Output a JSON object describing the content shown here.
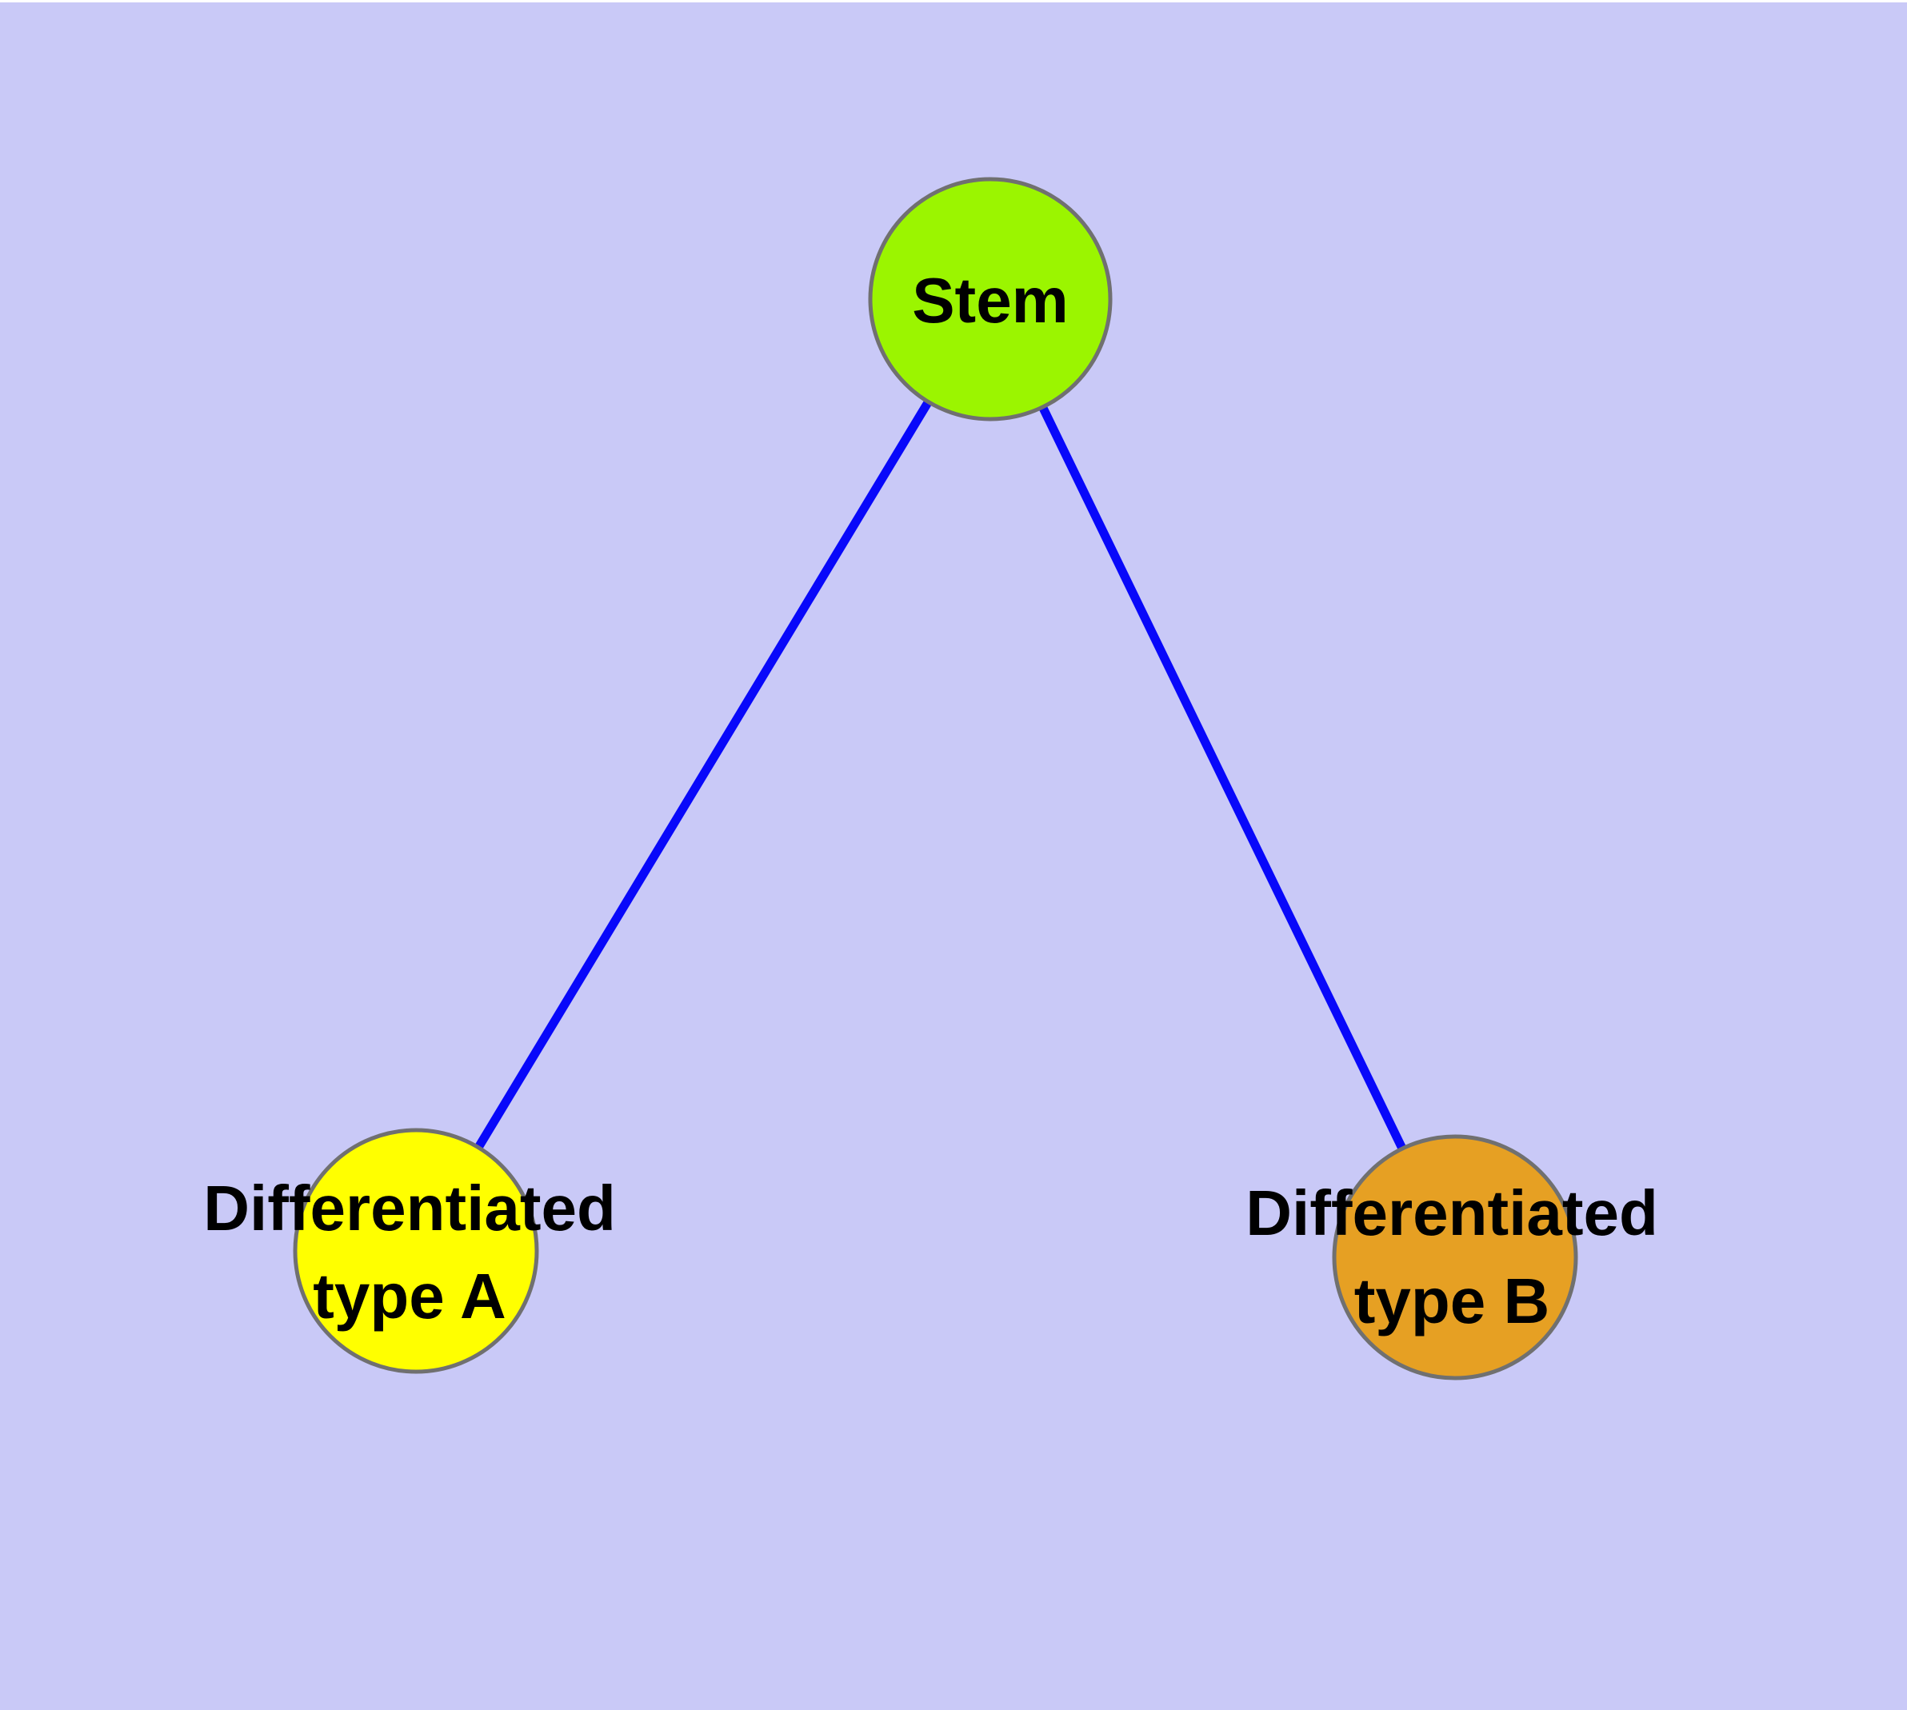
{
  "background": {
    "canvas_color": "#C9C9F7",
    "top_strip_color": "#FFFFFF"
  },
  "graph": {
    "text_color": "#000000",
    "node_border_color": "#707070",
    "edge_color": "#0808FA",
    "nodes": [
      {
        "id": "stem",
        "label_lines": [
          "Stem"
        ],
        "fill": "#9BF500",
        "border": "#707070"
      },
      {
        "id": "differentiated-type-a",
        "label_lines": [
          "Differentiated",
          "type A"
        ],
        "fill": "#FFFF00",
        "border": "#707070"
      },
      {
        "id": "differentiated-type-b",
        "label_lines": [
          "Differentiated",
          "type B"
        ],
        "fill": "#E6A023",
        "border": "#707070"
      }
    ],
    "edges": [
      {
        "from": "stem",
        "to": "differentiated-type-a",
        "color": "#0808FA"
      },
      {
        "from": "stem",
        "to": "differentiated-type-b",
        "color": "#0808FA"
      }
    ]
  }
}
